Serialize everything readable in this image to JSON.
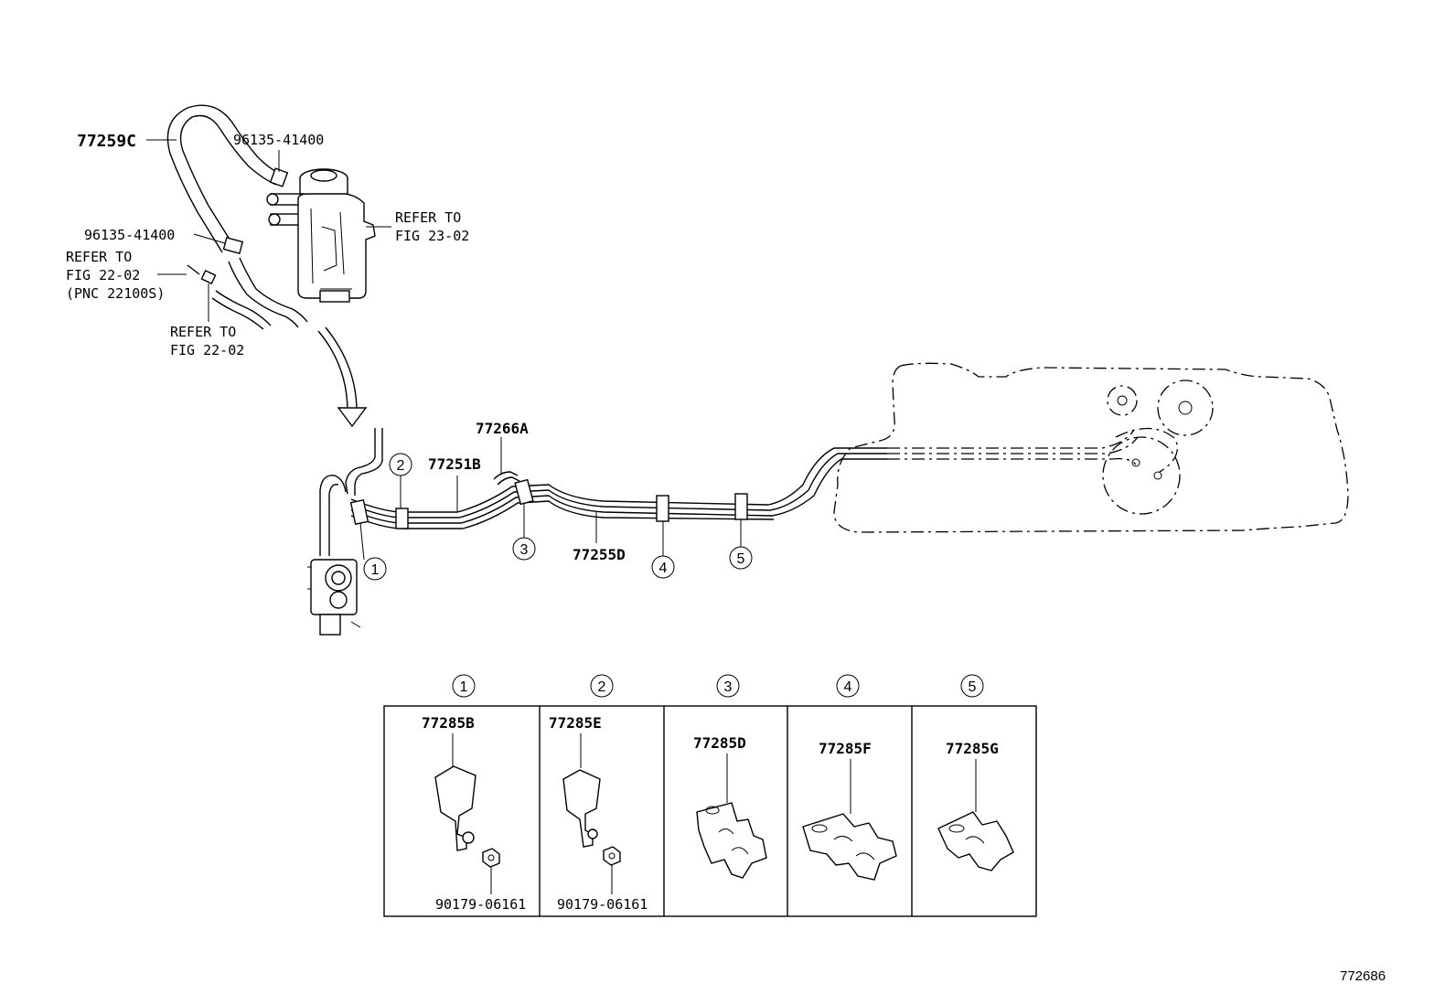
{
  "figure_number": "772686",
  "labels": {
    "hose_upper": "77259C",
    "clamp_upper": "96135-41400",
    "clamp_lower": "96135-41400",
    "refer_left_1": "REFER TO",
    "refer_left_2": "FIG 22-02",
    "refer_left_3": "(PNC 22100S)",
    "refer_bottom_1": "REFER TO",
    "refer_bottom_2": "FIG 22-02",
    "refer_canister_1": "REFER TO",
    "refer_canister_2": "FIG 23-02",
    "tube_a": "77266A",
    "tube_b": "77251B",
    "tube_d": "77255D"
  },
  "positions": [
    "①",
    "②",
    "③",
    "④",
    "⑤"
  ],
  "detail_table": [
    {
      "header": "①",
      "part": "77285B",
      "nut": "90179-06161"
    },
    {
      "header": "②",
      "part": "77285E",
      "nut": "90179-06161"
    },
    {
      "header": "③",
      "part": "77285D",
      "nut": ""
    },
    {
      "header": "④",
      "part": "77285F",
      "nut": ""
    },
    {
      "header": "⑤",
      "part": "77285G",
      "nut": ""
    }
  ]
}
